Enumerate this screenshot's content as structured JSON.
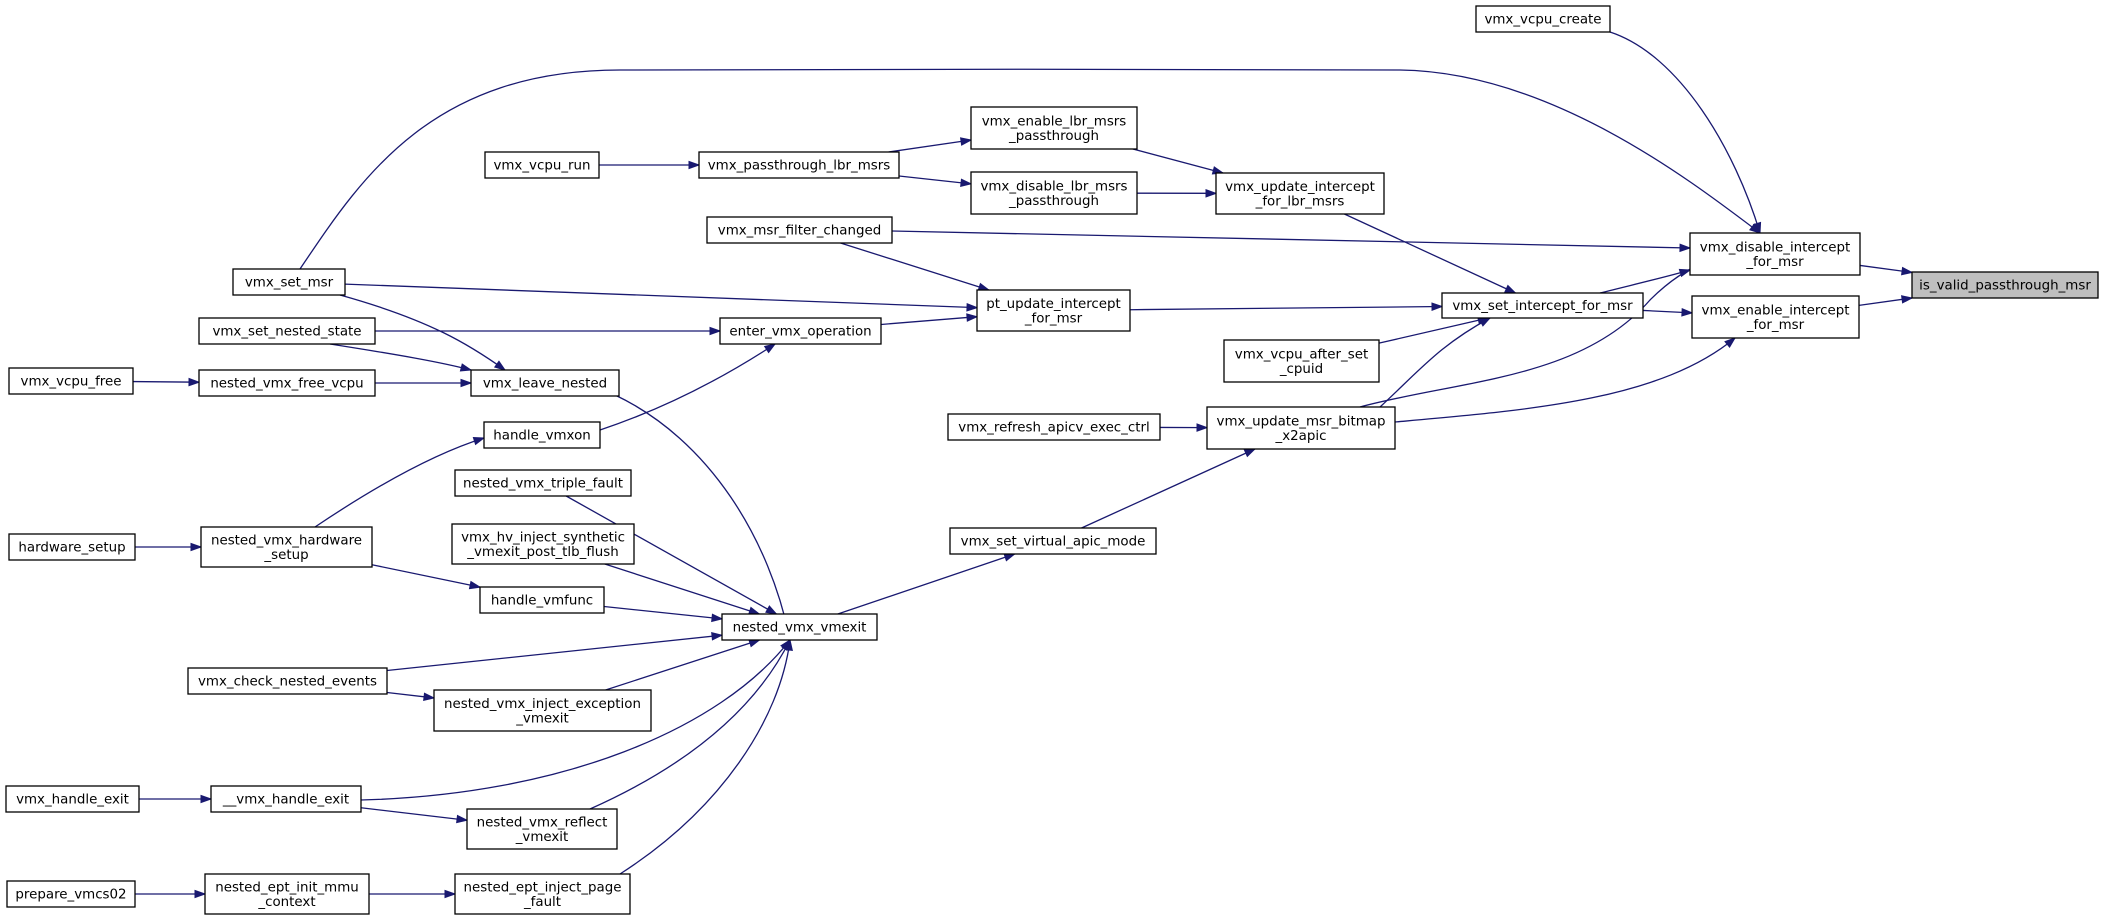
{
  "nodes": {
    "is_valid_passthrough_msr": [
      "is_valid_passthrough_msr"
    ],
    "vmx_disable_intercept_for_msr": [
      "vmx_disable_intercept",
      "_for_msr"
    ],
    "vmx_enable_intercept_for_msr": [
      "vmx_enable_intercept",
      "_for_msr"
    ],
    "vmx_vcpu_create": [
      "vmx_vcpu_create"
    ],
    "vmx_set_intercept_for_msr": [
      "vmx_set_intercept_for_msr"
    ],
    "vmx_update_intercept_for_lbr_msrs": [
      "vmx_update_intercept",
      "_for_lbr_msrs"
    ],
    "vmx_enable_lbr_msrs_passthrough": [
      "vmx_enable_lbr_msrs",
      "_passthrough"
    ],
    "vmx_disable_lbr_msrs_passthrough": [
      "vmx_disable_lbr_msrs",
      "_passthrough"
    ],
    "vmx_passthrough_lbr_msrs": [
      "vmx_passthrough_lbr_msrs"
    ],
    "vmx_vcpu_run": [
      "vmx_vcpu_run"
    ],
    "vmx_msr_filter_changed": [
      "vmx_msr_filter_changed"
    ],
    "pt_update_intercept_for_msr": [
      "pt_update_intercept",
      "_for_msr"
    ],
    "vmx_set_msr": [
      "vmx_set_msr"
    ],
    "vmx_set_nested_state": [
      "vmx_set_nested_state"
    ],
    "enter_vmx_operation": [
      "enter_vmx_operation"
    ],
    "vmx_vcpu_after_set_cpuid": [
      "vmx_vcpu_after_set",
      "_cpuid"
    ],
    "vmx_update_msr_bitmap_x2apic": [
      "vmx_update_msr_bitmap",
      "_x2apic"
    ],
    "vmx_refresh_apicv_exec_ctrl": [
      "vmx_refresh_apicv_exec_ctrl"
    ],
    "vmx_set_virtual_apic_mode": [
      "vmx_set_virtual_apic_mode"
    ],
    "vmx_vcpu_free": [
      "vmx_vcpu_free"
    ],
    "nested_vmx_free_vcpu": [
      "nested_vmx_free_vcpu"
    ],
    "vmx_leave_nested": [
      "vmx_leave_nested"
    ],
    "handle_vmxon": [
      "handle_vmxon"
    ],
    "nested_vmx_triple_fault": [
      "nested_vmx_triple_fault"
    ],
    "vmx_hv_inject_synthetic_vmexit_post_tlb_flush": [
      "vmx_hv_inject_synthetic",
      "_vmexit_post_tlb_flush"
    ],
    "hardware_setup": [
      "hardware_setup"
    ],
    "nested_vmx_hardware_setup": [
      "nested_vmx_hardware",
      "_setup"
    ],
    "handle_vmfunc": [
      "handle_vmfunc"
    ],
    "nested_vmx_vmexit": [
      "nested_vmx_vmexit"
    ],
    "vmx_check_nested_events": [
      "vmx_check_nested_events"
    ],
    "nested_vmx_inject_exception_vmexit": [
      "nested_vmx_inject_exception",
      "_vmexit"
    ],
    "vmx_handle_exit": [
      "vmx_handle_exit"
    ],
    "__vmx_handle_exit": [
      "__vmx_handle_exit"
    ],
    "nested_vmx_reflect_vmexit": [
      "nested_vmx_reflect",
      "_vmexit"
    ],
    "prepare_vmcs02": [
      "prepare_vmcs02"
    ],
    "nested_ept_init_mmu_context": [
      "nested_ept_init_mmu",
      "_context"
    ],
    "nested_ept_inject_page_fault": [
      "nested_ept_inject_page",
      "_fault"
    ]
  },
  "highlighted_node": "is_valid_passthrough_msr",
  "edges": [
    [
      "vmx_disable_intercept_for_msr",
      "is_valid_passthrough_msr"
    ],
    [
      "vmx_enable_intercept_for_msr",
      "is_valid_passthrough_msr"
    ],
    [
      "vmx_vcpu_create",
      "vmx_disable_intercept_for_msr"
    ],
    [
      "vmx_set_msr",
      "vmx_disable_intercept_for_msr"
    ],
    [
      "vmx_msr_filter_changed",
      "vmx_disable_intercept_for_msr"
    ],
    [
      "vmx_set_intercept_for_msr",
      "vmx_disable_intercept_for_msr"
    ],
    [
      "vmx_update_msr_bitmap_x2apic",
      "vmx_disable_intercept_for_msr"
    ],
    [
      "vmx_set_intercept_for_msr",
      "vmx_enable_intercept_for_msr"
    ],
    [
      "vmx_update_msr_bitmap_x2apic",
      "vmx_enable_intercept_for_msr"
    ],
    [
      "vmx_update_intercept_for_lbr_msrs",
      "vmx_set_intercept_for_msr"
    ],
    [
      "pt_update_intercept_for_msr",
      "vmx_set_intercept_for_msr"
    ],
    [
      "vmx_vcpu_after_set_cpuid",
      "vmx_set_intercept_for_msr"
    ],
    [
      "vmx_update_msr_bitmap_x2apic",
      "vmx_set_intercept_for_msr"
    ],
    [
      "vmx_enable_lbr_msrs_passthrough",
      "vmx_update_intercept_for_lbr_msrs"
    ],
    [
      "vmx_disable_lbr_msrs_passthrough",
      "vmx_update_intercept_for_lbr_msrs"
    ],
    [
      "vmx_passthrough_lbr_msrs",
      "vmx_enable_lbr_msrs_passthrough"
    ],
    [
      "vmx_passthrough_lbr_msrs",
      "vmx_disable_lbr_msrs_passthrough"
    ],
    [
      "vmx_vcpu_run",
      "vmx_passthrough_lbr_msrs"
    ],
    [
      "vmx_msr_filter_changed",
      "pt_update_intercept_for_msr"
    ],
    [
      "vmx_set_msr",
      "pt_update_intercept_for_msr"
    ],
    [
      "enter_vmx_operation",
      "pt_update_intercept_for_msr"
    ],
    [
      "vmx_set_nested_state",
      "enter_vmx_operation"
    ],
    [
      "handle_vmxon",
      "enter_vmx_operation"
    ],
    [
      "vmx_refresh_apicv_exec_ctrl",
      "vmx_update_msr_bitmap_x2apic"
    ],
    [
      "vmx_set_virtual_apic_mode",
      "vmx_update_msr_bitmap_x2apic"
    ],
    [
      "nested_vmx_vmexit",
      "vmx_set_virtual_apic_mode"
    ],
    [
      "vmx_set_msr",
      "vmx_leave_nested"
    ],
    [
      "vmx_set_nested_state",
      "vmx_leave_nested"
    ],
    [
      "nested_vmx_free_vcpu",
      "vmx_leave_nested"
    ],
    [
      "vmx_vcpu_free",
      "nested_vmx_free_vcpu"
    ],
    [
      "vmx_leave_nested",
      "nested_vmx_vmexit"
    ],
    [
      "nested_vmx_hardware_setup",
      "handle_vmxon"
    ],
    [
      "hardware_setup",
      "nested_vmx_hardware_setup"
    ],
    [
      "nested_vmx_hardware_setup",
      "handle_vmfunc"
    ],
    [
      "nested_vmx_triple_fault",
      "nested_vmx_vmexit"
    ],
    [
      "vmx_hv_inject_synthetic_vmexit_post_tlb_flush",
      "nested_vmx_vmexit"
    ],
    [
      "handle_vmfunc",
      "nested_vmx_vmexit"
    ],
    [
      "vmx_check_nested_events",
      "nested_vmx_vmexit"
    ],
    [
      "nested_vmx_inject_exception_vmexit",
      "nested_vmx_vmexit"
    ],
    [
      "__vmx_handle_exit",
      "nested_vmx_vmexit"
    ],
    [
      "nested_vmx_reflect_vmexit",
      "nested_vmx_vmexit"
    ],
    [
      "nested_ept_inject_page_fault",
      "nested_vmx_vmexit"
    ],
    [
      "vmx_check_nested_events",
      "nested_vmx_inject_exception_vmexit"
    ],
    [
      "vmx_handle_exit",
      "__vmx_handle_exit"
    ],
    [
      "__vmx_handle_exit",
      "nested_vmx_reflect_vmexit"
    ],
    [
      "prepare_vmcs02",
      "nested_ept_init_mmu_context"
    ],
    [
      "nested_ept_init_mmu_context",
      "nested_ept_inject_page_fault"
    ]
  ],
  "colors": {
    "edge": "#191970",
    "node_border": "#000000",
    "node_fill": "#ffffff",
    "highlight_fill": "#bfbfbf"
  }
}
